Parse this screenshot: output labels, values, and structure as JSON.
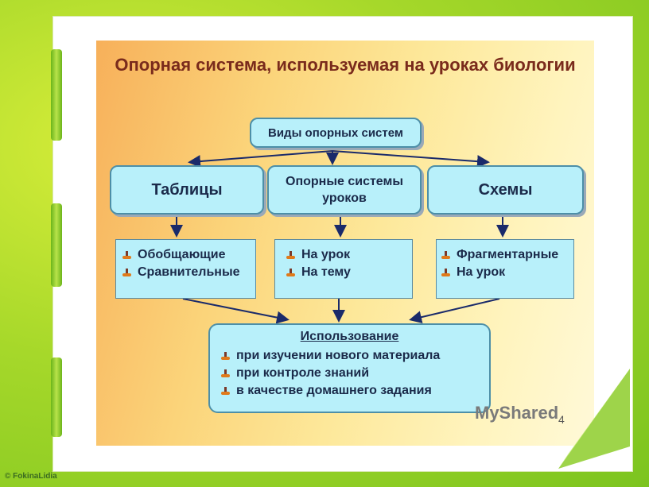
{
  "title": "Опорная система, используемая на уроках биологии",
  "top_box": "Виды опорных систем",
  "categories": [
    {
      "label": "Таблицы",
      "items": [
        "Обобщающие",
        "Сравнительные"
      ]
    },
    {
      "label": "Опорные системы уроков",
      "items": [
        "На урок",
        "На тему"
      ]
    },
    {
      "label": "Схемы",
      "items": [
        "Фрагментарные",
        "На урок"
      ]
    }
  ],
  "usage": {
    "heading": "Использование",
    "items": [
      "при изучении нового материала",
      "при контроле знаний",
      "в качестве домашнего задания"
    ]
  },
  "watermark": "MyShared",
  "slide_number": "4",
  "copyright": "© FokinaLidia"
}
